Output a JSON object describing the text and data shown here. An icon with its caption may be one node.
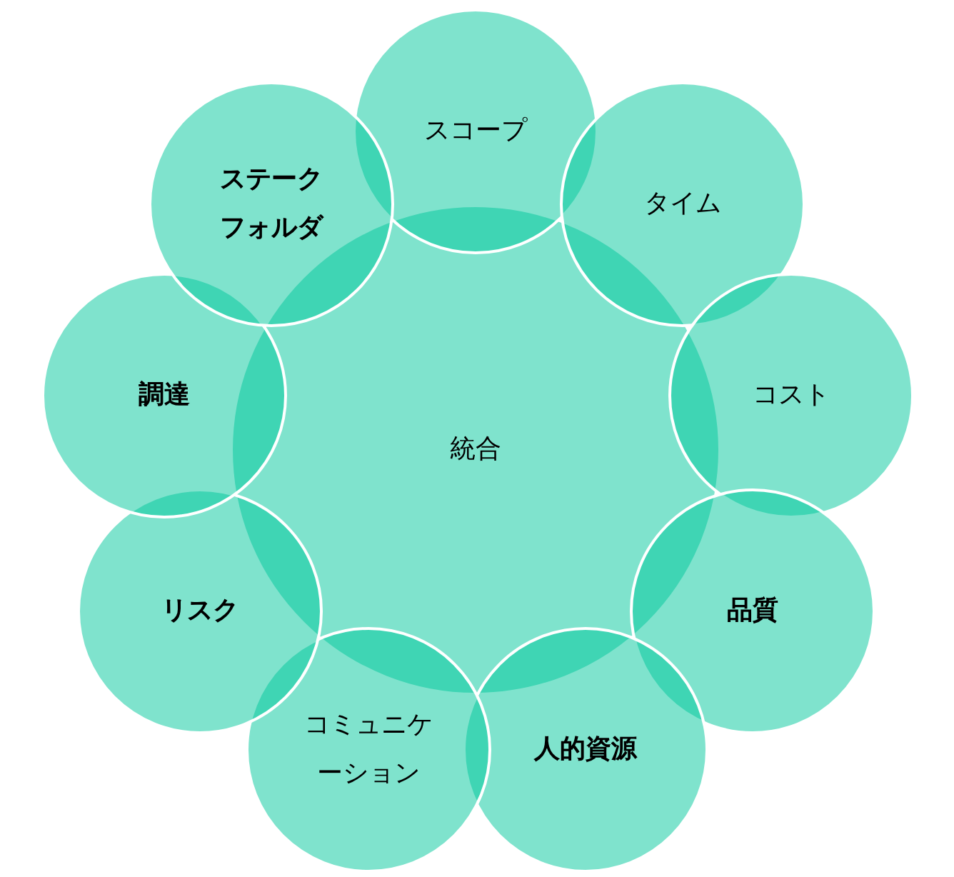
{
  "diagram": {
    "nodes": [
      {
        "text": [
          "統合"
        ]
      },
      {
        "text": [
          "スコープ"
        ]
      },
      {
        "text": [
          "タイム"
        ]
      },
      {
        "text": [
          "コスト"
        ]
      },
      {
        "text": [
          "品質"
        ]
      },
      {
        "text": [
          "人的資源"
        ]
      },
      {
        "text": [
          "コミュニケーション"
        ]
      },
      {
        "text": [
          "リスク"
        ]
      },
      {
        "text": [
          "調達"
        ]
      },
      {
        "text": [
          "ステークフォルダ"
        ]
      }
    ]
  }
}
